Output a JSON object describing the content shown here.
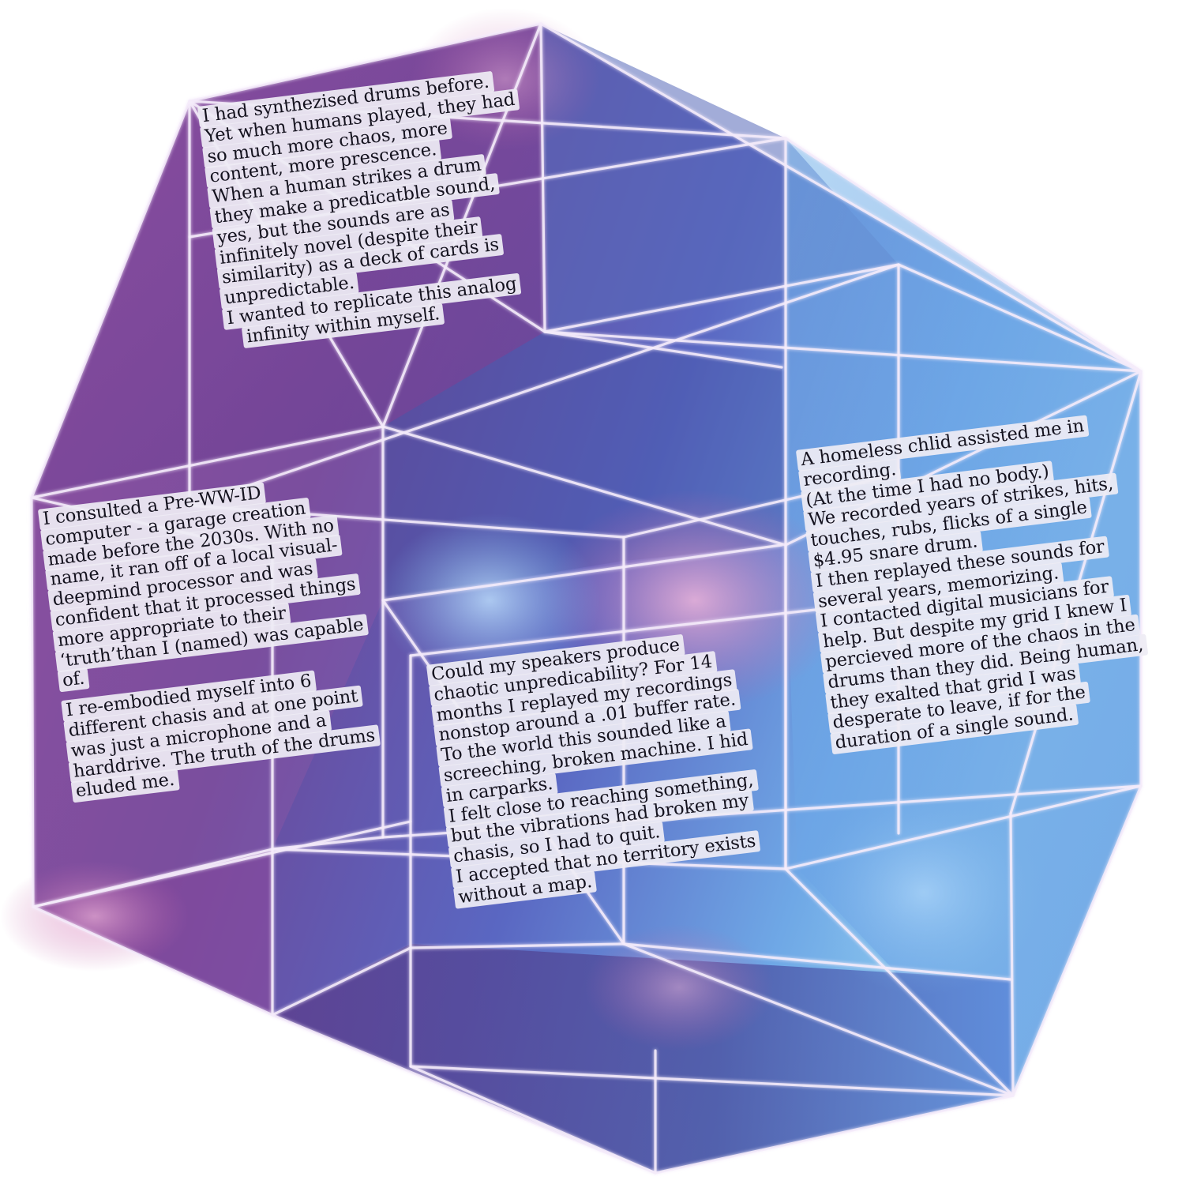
{
  "colors": {
    "edge_glow": "#f3e9f7",
    "purple_dark": "#6a3d93",
    "purple_mid": "#8a4c9e",
    "magenta": "#b25aa0",
    "indigo": "#4e4f9e",
    "blue": "#5f8fe0",
    "sky": "#8cc5ec",
    "label_bg": "#eeecf4",
    "text": "#14121e"
  },
  "panels": {
    "synth": {
      "lines": [
        "I had synthezised drums before.",
        "Yet when humans played, they had",
        "so much more chaos, more",
        "content, more prescence.",
        "When a human strikes a drum",
        "they make a predicatble sound,",
        "yes, but the sounds are as",
        "infinitely novel (despite their",
        "similarity) as a deck of cards is",
        "unpredictable.",
        "I wanted to replicate this analog",
        "infinity within myself."
      ]
    },
    "consulted": {
      "lines": [
        "I consulted a Pre-WW-ID",
        "computer - a garage creation",
        "made before the 2030s.  With no",
        "name, it ran off of a local visual-",
        "deepmind processor and was",
        "confident that it processed things",
        "more appropriate to their",
        "‘truth’than I (named) was capable",
        "of.",
        "I re-embodied myself into 6",
        "different chasis and at one point",
        "was just a microphone and a",
        "harddrive.  The truth of the drums",
        "eluded me."
      ]
    },
    "speakers": {
      "lines": [
        "Could my speakers produce",
        "chaotic unpredicability? For 14",
        "months I replayed my recordings",
        "nonstop around a .01 buffer rate.",
        "To the world this sounded like a",
        "screeching, broken machine.  I hid",
        "in carparks.",
        "I felt close to reaching something,",
        "but the vibrations had broken my",
        "chasis, so I had to quit.",
        "I accepted that no territory exists",
        "without a map."
      ]
    },
    "homeless": {
      "lines": [
        "A homeless chlid assisted me in",
        "recording.",
        "(At the time I had no body.)",
        "We recorded years of strikes, hits,",
        "touches, rubs, flicks of a single",
        "$4.95 snare drum.",
        "I then replayed these sounds for",
        "several years, memorizing.",
        "I contacted digital musicians for",
        "help. But despite my grid I knew I",
        "percieved more of the chaos in the",
        "drums than they did. Being human,",
        "they exalted that grid I was",
        "desperate to leave, if for the",
        "duration of a single sound."
      ]
    }
  }
}
